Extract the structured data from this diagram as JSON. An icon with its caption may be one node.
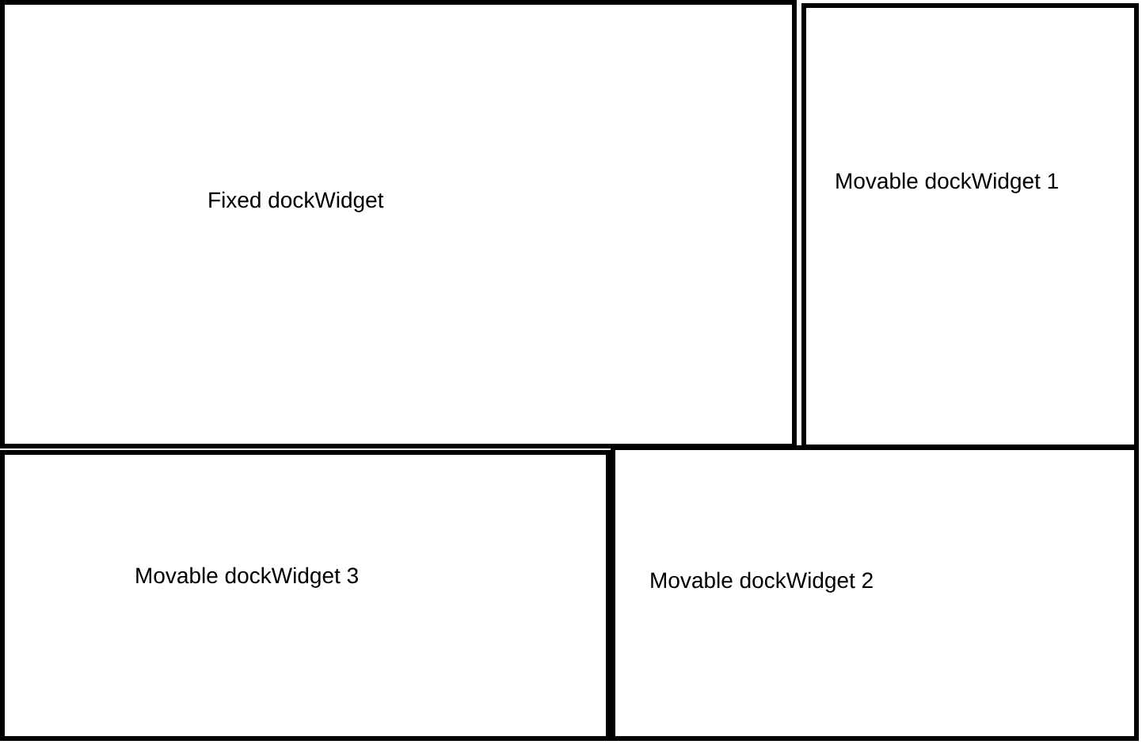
{
  "diagram": {
    "nodes": [
      {
        "text": [
          "Fixed dockWidget"
        ]
      },
      {
        "text": [
          "Movable dockWidget 1"
        ]
      },
      {
        "text": [
          "Movable dockWidget 3"
        ]
      },
      {
        "text": [
          "Movable dockWidget 2"
        ]
      }
    ]
  }
}
